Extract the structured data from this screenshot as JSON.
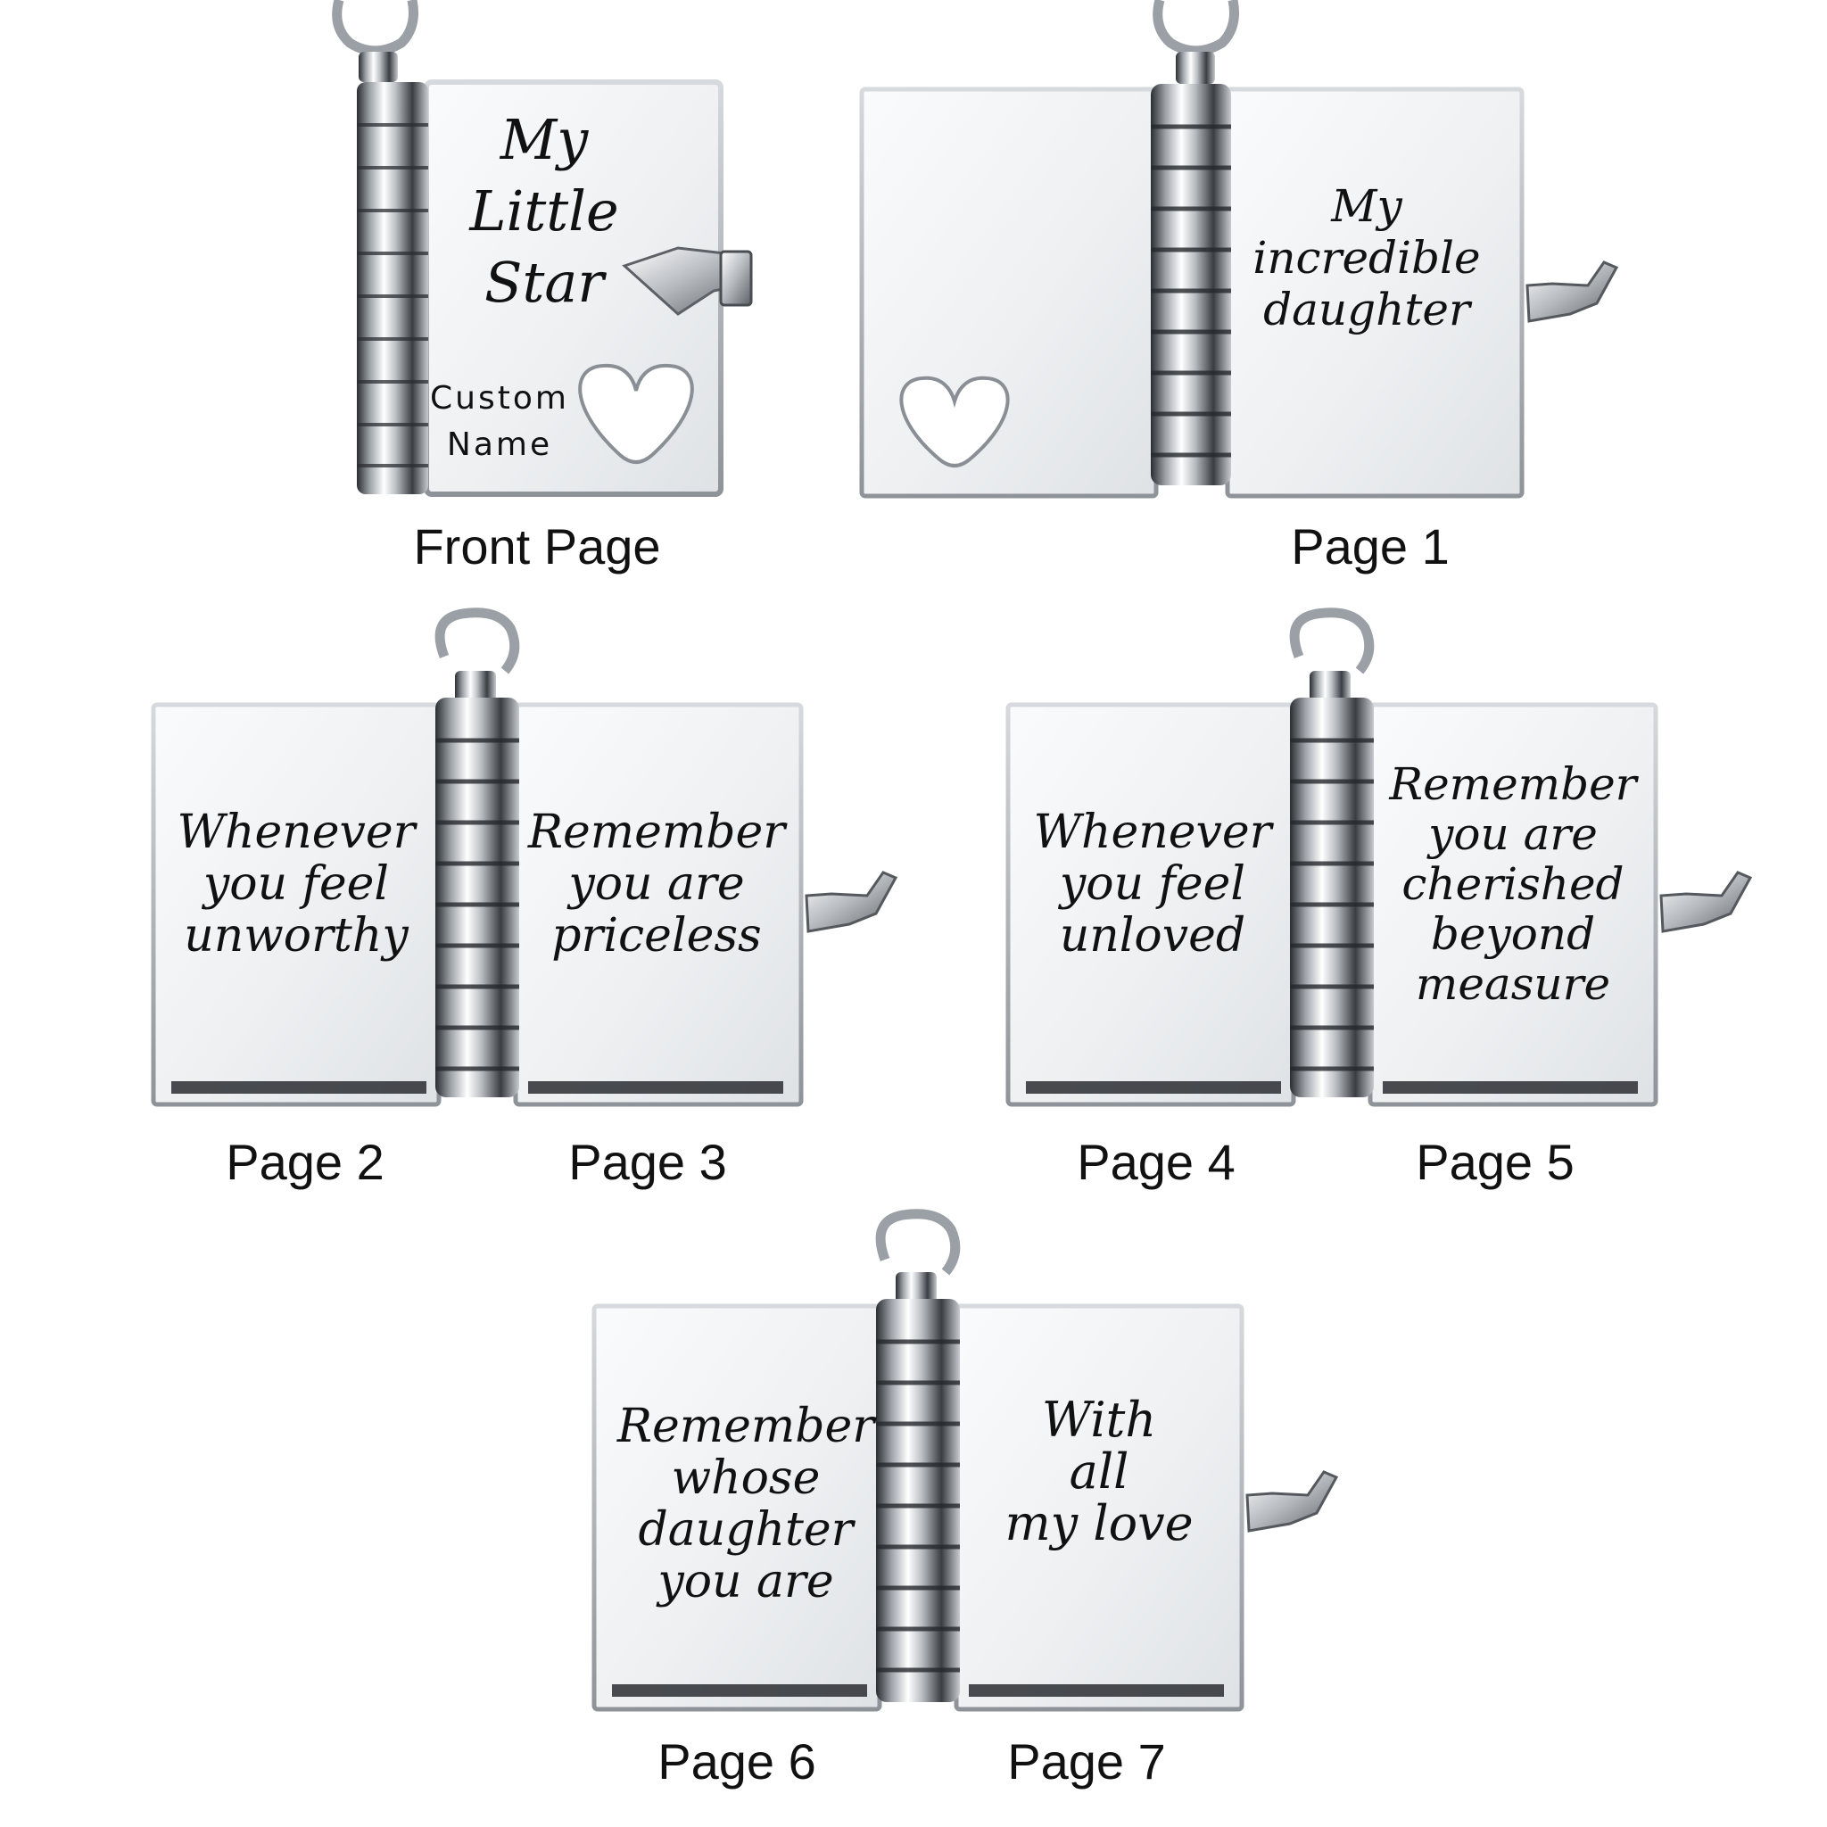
{
  "colors": {
    "background": "#ffffff",
    "silver_light": "#f4f5f6",
    "silver_mid": "#c9ccd0",
    "silver_dark": "#6e7379",
    "engraving": "#111111"
  },
  "panels": {
    "front": {
      "title_lines": [
        "My",
        "Little",
        "Star"
      ],
      "name_lines": [
        "Custom",
        "Name"
      ],
      "caption": "Front Page"
    },
    "page1": {
      "right_lines": [
        "My",
        "incredible",
        "daughter"
      ],
      "caption": "Page 1"
    },
    "spread23": {
      "left_lines": [
        "Whenever",
        "you feel",
        "unworthy"
      ],
      "right_lines": [
        "Remember",
        "you are",
        "priceless"
      ],
      "left_caption": "Page 2",
      "right_caption": "Page 3"
    },
    "spread45": {
      "left_lines": [
        "Whenever",
        "you feel",
        "unloved"
      ],
      "right_lines": [
        "Remember",
        "you are",
        "cherished",
        "beyond",
        "measure"
      ],
      "left_caption": "Page 4",
      "right_caption": "Page 5"
    },
    "spread67": {
      "left_lines": [
        "Remember",
        "whose",
        "daughter",
        "you are"
      ],
      "right_lines": [
        "With",
        "all",
        "my love"
      ],
      "left_caption": "Page 6",
      "right_caption": "Page 7"
    }
  }
}
